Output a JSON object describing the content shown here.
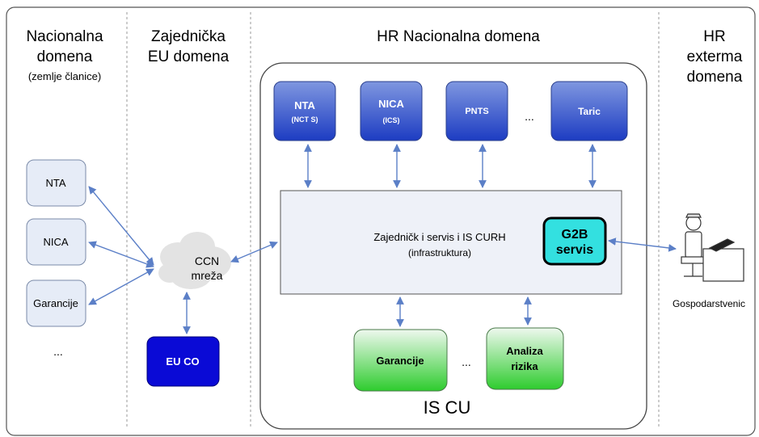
{
  "columns": {
    "national": {
      "title_line1": "Nacionalna",
      "title_line2": "domena",
      "subtitle": "(zemlje članice)"
    },
    "eu": {
      "title_line1": "Zajednička",
      "title_line2": "EU domena"
    },
    "hr_national": {
      "title": "HR Nacionalna domena"
    },
    "hr_external": {
      "title_line1": "HR",
      "title_line2": "exterma",
      "title_line3": "domena"
    }
  },
  "national_boxes": {
    "nta": "NTA",
    "nica": "NICA",
    "garancije": "Garancije",
    "ellipsis": "..."
  },
  "ccn": {
    "line1": "CCN",
    "line2": "mreža"
  },
  "eu_co": "EU CO",
  "top_modules": {
    "nta": {
      "label": "NTA",
      "sub": "(NCT S)"
    },
    "nica": {
      "label": "NICA",
      "sub": "(ICS)"
    },
    "pnts": {
      "label": "PNTS"
    },
    "ellipsis": "...",
    "taric": {
      "label": "Taric"
    }
  },
  "central": {
    "line1": "Zajedničk i servis i IS CURH",
    "line2": "(infrastruktura)"
  },
  "g2b": {
    "line1": "G2B",
    "line2": "servis"
  },
  "bottom_modules": {
    "garancije": "Garancije",
    "ellipsis": "...",
    "analiza_line1": "Analiza",
    "analiza_line2": "rizika"
  },
  "is_cu": "IS CU",
  "business": "Gospodarstvenic",
  "colors": {
    "blue_top": "#6b86d8",
    "blue_bottom": "#1f3fc0",
    "green_top": "#e8f5e8",
    "green_bottom": "#35d035",
    "eu_co": "#0a0ad6",
    "g2b": "#33e0e0",
    "arrow": "#5b7fc7"
  }
}
